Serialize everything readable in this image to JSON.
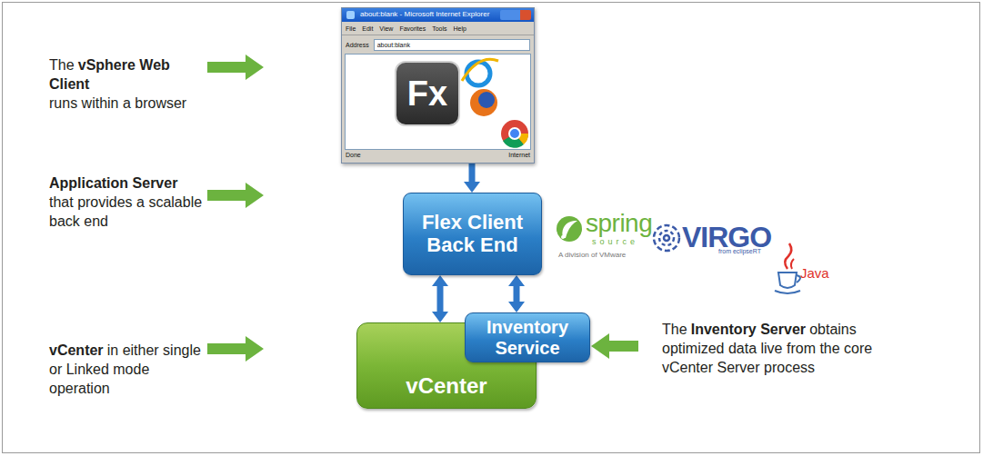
{
  "diagram": {
    "nodes": [
      {
        "text": [
          "about:blank - Microsoft Internet Explorer"
        ]
      },
      {
        "text": [
          "Flex Client Back End"
        ]
      },
      {
        "text": [
          "vCenter"
        ]
      },
      {
        "text": [
          "Inventory Service"
        ],
        "in": 2
      }
    ],
    "edges": [
      {
        "from": 0,
        "to": 1,
        "arrow": "to"
      },
      {
        "from": 1,
        "to": 2,
        "arrow": "both"
      },
      {
        "from": 1,
        "to": 3,
        "arrow": "both"
      }
    ],
    "labels": [
      "The",
      "vSphere Web Client",
      "runs within a browser",
      "Application Server",
      "that provides a scalable back end",
      "vCenter",
      "in either single or Linked mode operation",
      "The",
      "Inventory Server",
      "obtains optimized data live from the core vCenter Server process",
      "Fx",
      "File",
      "Edit",
      "View",
      "Favorites",
      "Tools",
      "Help",
      "Address",
      "Done",
      "Internet",
      "spring",
      "source",
      "A division of VMware",
      "VIRGO",
      "from eclipseRT",
      "Java",
      "about:blank"
    ]
  }
}
